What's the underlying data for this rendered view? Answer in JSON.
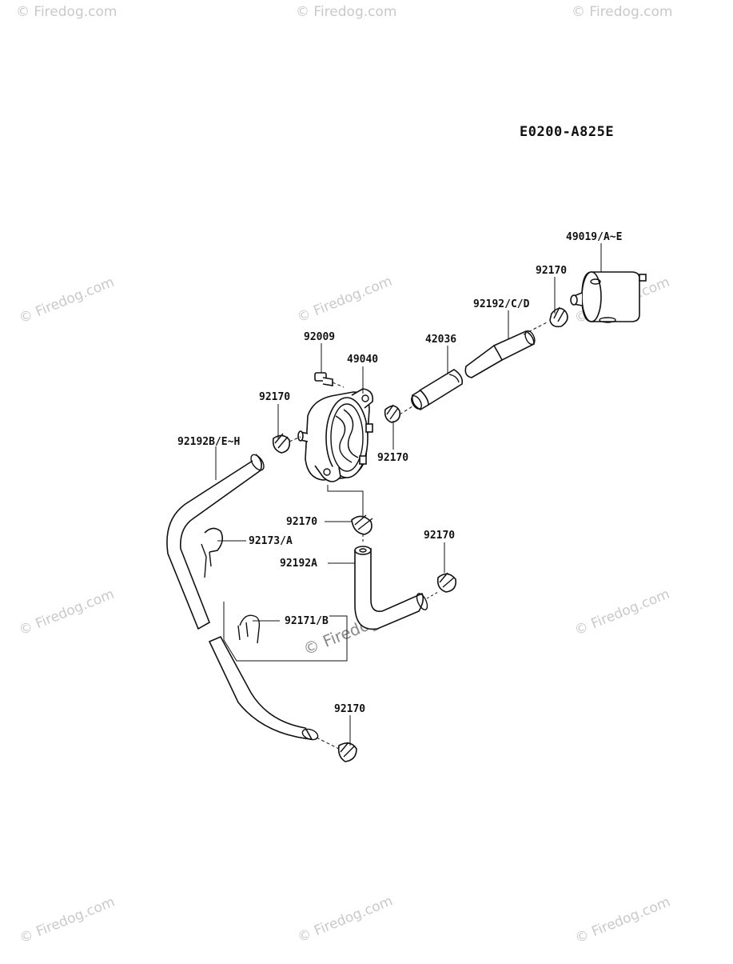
{
  "diagram": {
    "code": "E0200-A825E",
    "labels": [
      "49019/A~E",
      "92170",
      "92192/C/D",
      "42036",
      "92009",
      "49040",
      "92170",
      "92192B/E~H",
      "92170",
      "92170",
      "92173/A",
      "92192A",
      "92170",
      "92171/B",
      "92170"
    ]
  },
  "watermark": {
    "text": "Firedog.com",
    "symbol": "©"
  }
}
